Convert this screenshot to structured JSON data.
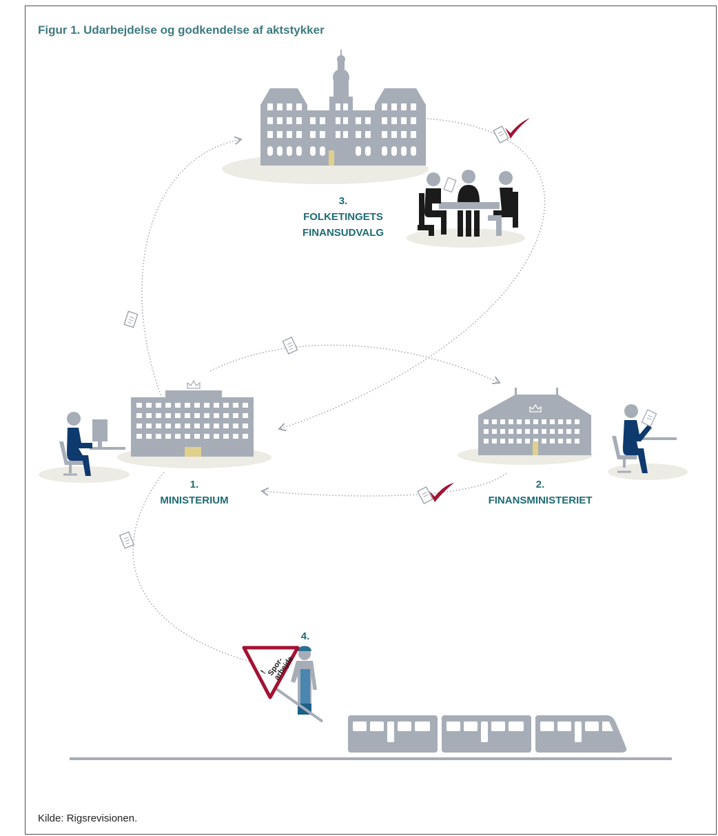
{
  "figure": {
    "title": "Figur 1. Udarbejdelse og godkendelse af aktstykker",
    "source": "Kilde:  Rigsrevisionen."
  },
  "steps": {
    "step1": {
      "number": "1.",
      "name": "MINISTERIUM"
    },
    "step2": {
      "number": "2.",
      "name": "FINANSMINISTERIET"
    },
    "step3": {
      "number": "3.",
      "name_line1": "FOLKETINGETS",
      "name_line2": "FINANSUDVALG"
    },
    "step4": {
      "number": "4."
    }
  },
  "sign": {
    "line1": "!",
    "line2": "Spor-",
    "line3": "arbejde"
  },
  "colors": {
    "title": "#3e7a80",
    "label": "#1d6b74",
    "building": "#a6adb7",
    "window": "#ffffff",
    "ground": "#ecebe4",
    "person": "#0e3a6e",
    "checkmark": "#a31232",
    "worker": "#4a86b0"
  }
}
